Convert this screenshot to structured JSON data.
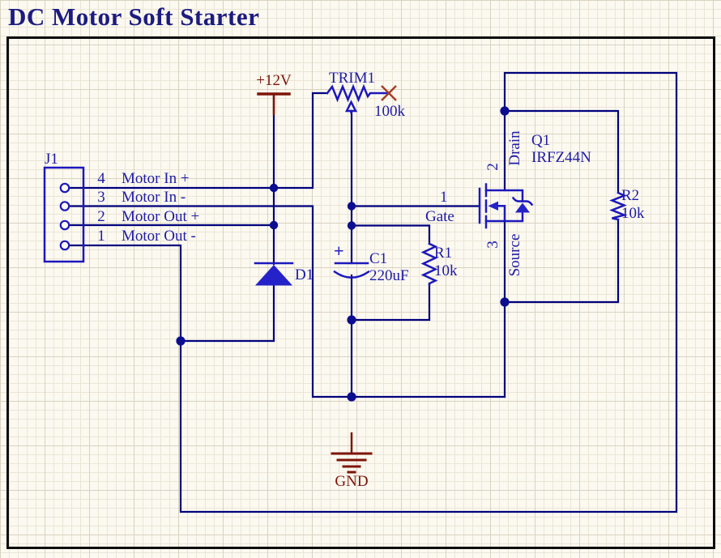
{
  "title": "DC Motor Soft Starter",
  "colors": {
    "background": "#fbf9f0",
    "sheet_border": "#0d0d0d",
    "wire": "#00007c",
    "component": "#1c18bc",
    "label_text": "#1f1ba6",
    "power_port": "#7d1508",
    "title_text": "#1d1b80"
  },
  "power": {
    "vcc_label": "+12V",
    "gnd_label": "GND"
  },
  "connector": {
    "designator": "J1",
    "pins": [
      {
        "number": "4",
        "label": "Motor In +"
      },
      {
        "number": "3",
        "label": "Motor In -"
      },
      {
        "number": "2",
        "label": "Motor Out +"
      },
      {
        "number": "1",
        "label": "Motor Out -"
      }
    ]
  },
  "components": {
    "trim1": {
      "designator": "TRIM1",
      "value": "100k"
    },
    "c1": {
      "designator": "C1",
      "value": "220uF",
      "polarity": "+"
    },
    "r1": {
      "designator": "R1",
      "value": "10k"
    },
    "r2": {
      "designator": "R2",
      "value": "10k"
    },
    "d1": {
      "designator": "D1"
    },
    "q1": {
      "designator": "Q1",
      "part": "IRFZ44N",
      "gate_pin": "1",
      "gate_name": "Gate",
      "drain_pin": "2",
      "drain_name": "Drain",
      "source_pin": "3",
      "source_name": "Source"
    }
  }
}
